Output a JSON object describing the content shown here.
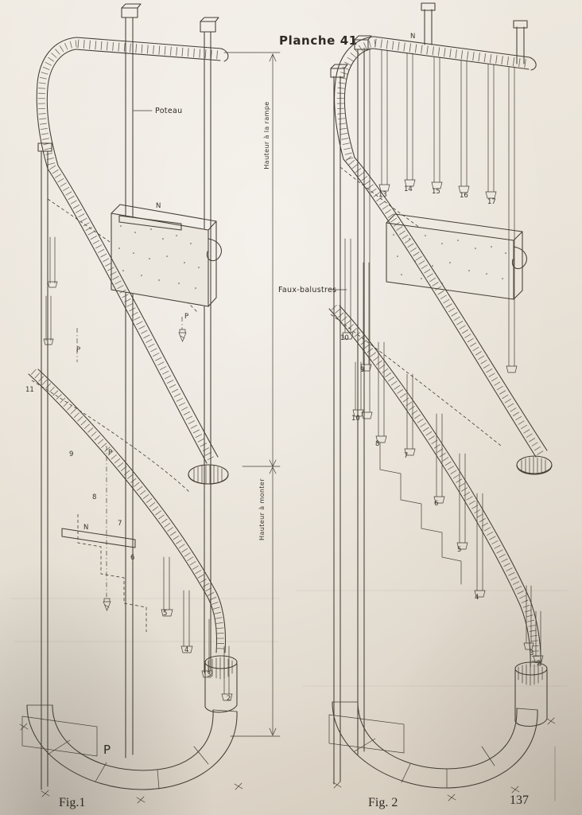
{
  "page": {
    "title": "Planche 41",
    "page_number": "137"
  },
  "labels": {
    "poteau": "Poteau",
    "faux_balustres": "Faux-balustres",
    "hauteur_rampe": "Hauteur à la rampe",
    "hauteur_monter": "Hauteur à monter"
  },
  "colors": {
    "paper": "#eae4da",
    "ink": "#433d33"
  },
  "fig1": {
    "caption": "Fig.1",
    "plan_letter": "P",
    "annotations": [
      {
        "label": "N"
      },
      {
        "label": "P"
      },
      {
        "label": "P"
      },
      {
        "label": "11"
      },
      {
        "label": "P"
      },
      {
        "label": "9"
      },
      {
        "label": "8"
      },
      {
        "label": "N"
      },
      {
        "label": "7"
      },
      {
        "label": "6"
      },
      {
        "label": "5"
      },
      {
        "label": "4"
      },
      {
        "label": "3"
      },
      {
        "label": "2"
      }
    ]
  },
  "fig2": {
    "caption": "Fig. 2",
    "annotations": [
      {
        "label": "N"
      },
      {
        "label": "13"
      },
      {
        "label": "14"
      },
      {
        "label": "15"
      },
      {
        "label": "16"
      },
      {
        "label": "17"
      },
      {
        "label": "10"
      },
      {
        "label": "9"
      },
      {
        "label": "10"
      },
      {
        "label": "8"
      },
      {
        "label": "7"
      },
      {
        "label": "6"
      },
      {
        "label": "5"
      },
      {
        "label": "4"
      },
      {
        "label": "3"
      },
      {
        "label": "2"
      }
    ]
  }
}
